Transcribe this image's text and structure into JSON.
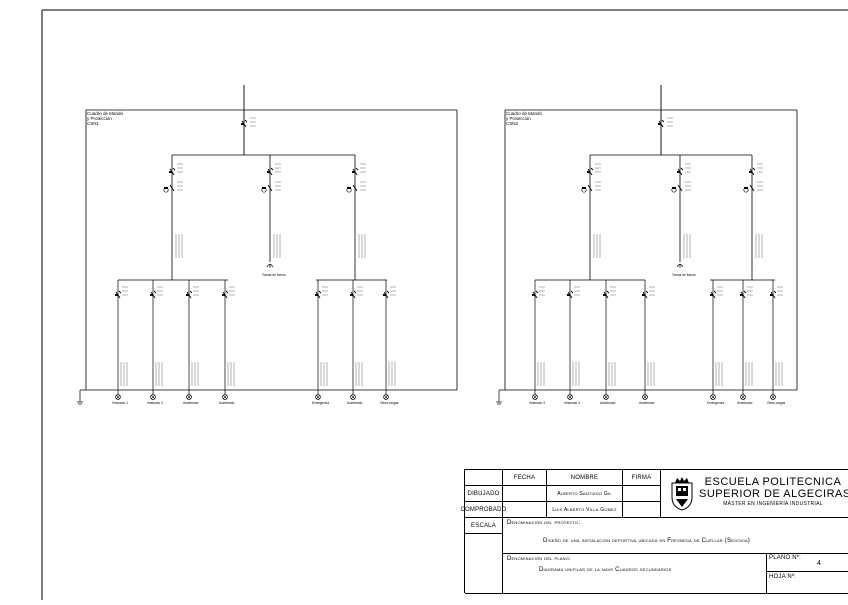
{
  "panels": [
    {
      "title_lines": [
        "Cuadro de Mando",
        "y Proteccion",
        "CSN1"
      ],
      "groups": [
        {
          "circuits": [
            {
              "label": "Vestuario 1"
            },
            {
              "label": "Vestuario 2"
            },
            {
              "label": "Alumbrado"
            },
            {
              "label": "Alumbrado"
            }
          ]
        },
        {
          "circuits": [
            {
              "label": "Tomas de fuerza"
            }
          ]
        },
        {
          "circuits": [
            {
              "label": "Emergencia"
            },
            {
              "label": "Alumbrado"
            },
            {
              "label": "Otras cargas"
            }
          ]
        }
      ]
    },
    {
      "title_lines": [
        "Cuadro de Mando",
        "y Proteccion",
        "CSN2"
      ],
      "groups": [
        {
          "circuits": [
            {
              "label": "Vestuario 3"
            },
            {
              "label": "Vestuario 4"
            },
            {
              "label": "Alumbrado"
            },
            {
              "label": "Alumbrado"
            }
          ]
        },
        {
          "circuits": [
            {
              "label": "Tomas de fuerza"
            }
          ]
        },
        {
          "circuits": [
            {
              "label": "Emergencia"
            },
            {
              "label": "Alumbrado"
            },
            {
              "label": "Otras cargas"
            }
          ]
        }
      ]
    }
  ],
  "title_block": {
    "fecha": "FECHA",
    "nombre": "NOMBRE",
    "firma": "FIRMA",
    "dibujado": "DIBUJADO",
    "comprobado": "COMPROBADO",
    "escala": "ESCALA",
    "dibujado_name": "Alberto Santiago Gil",
    "comprobado_name": "Luis Alberto Villa Gomez",
    "school_line1": "ESCUELA POLITECNICA",
    "school_line2": "SUPERIOR DE ALGECIRAS",
    "school_line3": "MÁSTER EN INGENIERÍA INDUSTRIAL",
    "proyecto_label": "Denominación del proyecto:",
    "proyecto_text": "Diseño de una instalación deportiva ubicada en Fresneda de Cuéllar (Segovia)",
    "plano_label": "Denominación del plano:",
    "plano_text": "Diagrama unifilar de la nave   Cuadros secundarios",
    "plano_no_label": "PLANO Nº:",
    "plano_no": "4",
    "hoja_label": "HOJA Nº:"
  }
}
